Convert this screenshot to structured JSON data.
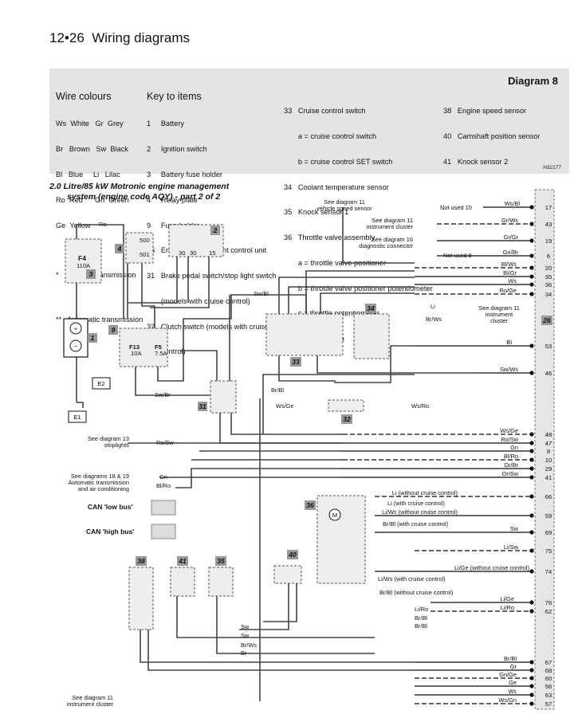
{
  "header": {
    "page": "12•26",
    "title": "Wiring diagrams"
  },
  "key": {
    "wire_colours_title": "Wire colours",
    "wire_colours": [
      "Ws  White   Gr  Grey",
      "Br   Brown   Sw  Black",
      "Bl   Blue     Li   Lilac",
      "Ro  Red      Gn  Green",
      "Ge  Yellow"
    ],
    "notes": [
      "*     Manual transmission",
      "**   Automatic transmission"
    ],
    "items_title": "Key to items",
    "items_col1": [
      "1     Battery",
      "2     Ignition switch",
      "3     Battery fuse holder",
      "4     Relay plate",
      "9     Fuse holder",
      "26   Engine management control unit",
      "31   Brake pedal switch/stop light switch",
      "       (models with cruise control)",
      "32   Clutch switch (models with cruise",
      "       control)"
    ],
    "items_col2": [
      "33   Cruise control switch",
      "       a = cruise control switch",
      "       b = cruise control SET switch",
      "34   Coolant temperature sensor",
      "35   Knock sensor 1",
      "36   Throttle valve assembly",
      "       a = throttle valve positioner",
      "       b = throttle valve positioner potentiometer",
      "       c = throttle potentiometer",
      "       d = idle switch"
    ],
    "items_col3": [
      "38   Engine speed sensor",
      "40   Camshaft position sensor",
      "41   Knock sensor 2"
    ],
    "diagram_title": "Diagram 8",
    "ref": "H32177"
  },
  "subtitle": [
    "2.0 Litre/85 kW Motronic engine management",
    "system (engine code AQY) - part 2 of 2"
  ],
  "components": [
    "1",
    "2",
    "3",
    "4",
    "9",
    "26",
    "31",
    "32",
    "33",
    "34",
    "35",
    "36",
    "38",
    "40",
    "41"
  ],
  "earths": [
    "E1",
    "E2"
  ],
  "fuses": {
    "f4": [
      "F4",
      "110A"
    ],
    "f13": [
      "F13",
      "10A"
    ],
    "f5": [
      "F5",
      "7.5A"
    ]
  },
  "relay_terminals": [
    "500",
    "501"
  ],
  "ignition_terminals": [
    "30",
    "30",
    "15"
  ],
  "can_labels": [
    "CAN 'low bus'",
    "CAN 'high bus'"
  ],
  "refs": {
    "r17": [
      "See diagram 11",
      "vehicle speed sensor"
    ],
    "r43": [
      "See diagram 11",
      "instrument cluster"
    ],
    "r19": [
      "See diagram 16",
      "diagnostic connector"
    ],
    "r34": [
      "See diagram 11",
      "instrument",
      "cluster"
    ],
    "r47": [
      "See diagram 13",
      "stoplights"
    ],
    "r29": [
      "See diagrams 18 & 19",
      "Automatic transmission",
      "and air conditioning"
    ],
    "r57": [
      "See diagram 11",
      "instrument cluster"
    ]
  },
  "ecu_pins": [
    {
      "pin": "17",
      "wire": "Ws/Bl"
    },
    {
      "pin": "43",
      "wire": "Gr/Ws"
    },
    {
      "pin": "19",
      "wire": "Gr/Gr"
    },
    {
      "pin": "6",
      "wire": "Gn/Br"
    },
    {
      "pin": "20",
      "wire": "Bl/Ws"
    },
    {
      "pin": "35",
      "wire": "Bl/Gr"
    },
    {
      "pin": "36",
      "wire": "Ws"
    },
    {
      "pin": "34",
      "wire": "Ro/Ge"
    },
    {
      "pin": "53",
      "wire": "Bl"
    },
    {
      "pin": "46",
      "wire": "Sw/Ws"
    },
    {
      "pin": "48",
      "wire": "Ws/Ge"
    },
    {
      "pin": "47",
      "wire": "Ro/Sw"
    },
    {
      "pin": "8",
      "wire": "Gn"
    },
    {
      "pin": "10",
      "wire": "Bl/Ro"
    },
    {
      "pin": "29",
      "wire": "Or/Br"
    },
    {
      "pin": "41",
      "wire": "Or/Sw"
    },
    {
      "pin": "66",
      "wire": "Li (without cruise control)"
    },
    {
      "pin": "59",
      "wire": "Li/Ws (without cruise control)"
    },
    {
      "pin": "69",
      "wire": "Sw"
    },
    {
      "pin": "75",
      "wire": "Li/Sw"
    },
    {
      "pin": "74",
      "wire": "Li/Ge (without cruise control)"
    },
    {
      "pin": "76",
      "wire": "Li/Ge"
    },
    {
      "pin": "62",
      "wire": "Li/Ro"
    },
    {
      "pin": "67",
      "wire": "Br/Bl"
    },
    {
      "pin": "68",
      "wire": "Gr"
    },
    {
      "pin": "60",
      "wire": "Gn/Ge"
    },
    {
      "pin": "56",
      "wire": "Ge"
    },
    {
      "pin": "63",
      "wire": "Ws"
    },
    {
      "pin": "57",
      "wire": "Ws/Gn"
    }
  ],
  "wire_labels": {
    "ro_top": "Ro",
    "sw_bl": "Sw/Bl",
    "sw_br": "Sw/Br",
    "sw_ws": "Sw/Ws",
    "sw_bl2": "Sw/Bl",
    "br_bl": "Br/Bl",
    "ws_ge": "Ws/Ge",
    "ws_ro": "Ws/Ro",
    "bl_ws_vert": "Bl/Ws",
    "not_used_10": "Not used 10",
    "not_used_8": "Not used 8",
    "li": "Li",
    "br_ws": "Br/Ws",
    "ro_sw_left": "Ro/Sw",
    "gn_left": "Gn",
    "bl_ro_left": "Bl/Ro",
    "br_bl_vert": "Br/Bl",
    "li_cc": "Li (with cruise control)",
    "br_bl_cc": "Br/Bl (with cruise control)",
    "li_ws_cc": "Li/Ws (with cruise control)",
    "br_bl_ncc": "Br/Bl (without cruise control)",
    "li_ro": "Li/Ro",
    "li_ws": "Li/Ws",
    "sw": "Sw",
    "br": "Br"
  }
}
